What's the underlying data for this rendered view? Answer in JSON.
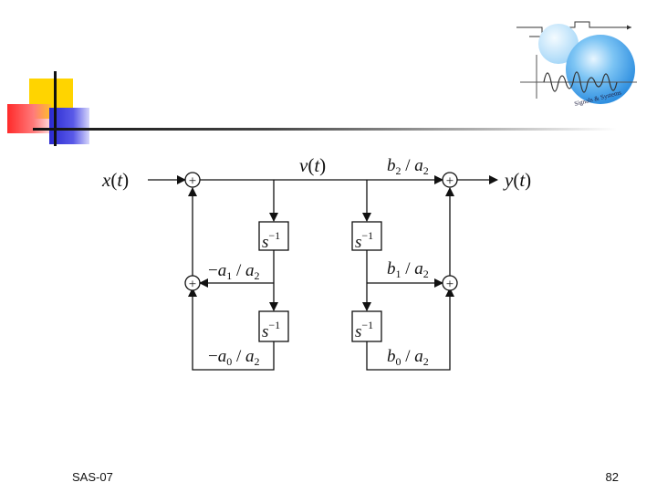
{
  "footer": {
    "course_code": "SAS-07",
    "page_number": "82"
  },
  "diagram": {
    "input_label": {
      "var": "x",
      "arg": "t"
    },
    "output_label": {
      "var": "y",
      "arg": "t"
    },
    "internal_label": {
      "var": "v",
      "arg": "t"
    },
    "delay_block": {
      "base": "s",
      "exp": "−1"
    },
    "feedback_gain_1": {
      "sign": "−",
      "num": "a",
      "num_sub": "1",
      "den": "a",
      "den_sub": "2"
    },
    "feedback_gain_0": {
      "sign": "−",
      "num": "a",
      "num_sub": "0",
      "den": "a",
      "den_sub": "2"
    },
    "forward_gain_2": {
      "sign": "",
      "num": "b",
      "num_sub": "2",
      "den": "a",
      "den_sub": "2"
    },
    "forward_gain_1": {
      "sign": "",
      "num": "b",
      "num_sub": "1",
      "den": "a",
      "den_sub": "2"
    },
    "forward_gain_0": {
      "sign": "",
      "num": "b",
      "num_sub": "0",
      "den": "a",
      "den_sub": "2"
    },
    "summer_symbol": "+"
  },
  "logo": {
    "text": "Signals & Systems"
  },
  "colors": {
    "accent_yellow": "#ffd400",
    "accent_red": "#ff2a2a",
    "accent_blue": "#2a2ad0",
    "logo_blue": "#4aa8ec",
    "line": "#111111"
  }
}
